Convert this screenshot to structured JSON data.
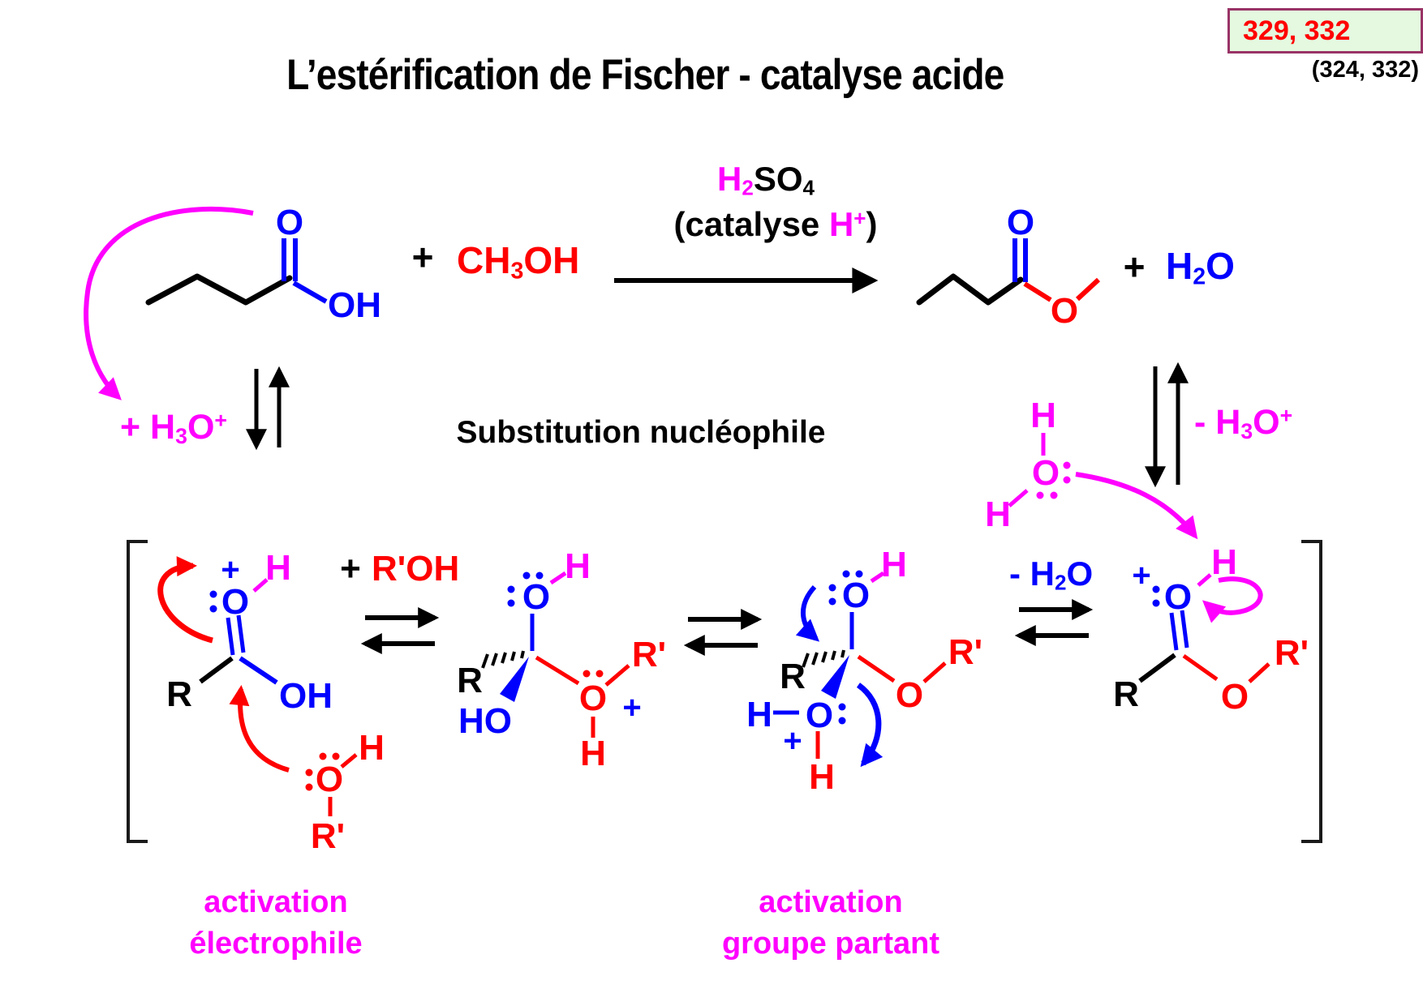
{
  "colors": {
    "blue": "#0000FF",
    "red": "#FF0000",
    "magenta": "#FF00FF",
    "black": "#000000",
    "ref_box_bg": "#E4F9DF",
    "ref_box_border": "#993366"
  },
  "header": {
    "ref_box": "329, 332",
    "ref_note": "(324, 332)",
    "title": "L’estérification de Fischer - catalyse acide"
  },
  "equation": {
    "acid": {
      "o": "O",
      "oh": "OH"
    },
    "plus_left": "+",
    "methanol": {
      "pre": "CH",
      "sub": "3",
      "post": "OH"
    },
    "arrow_top": {
      "h": "H",
      "h_sub": "2",
      "rest": "SO",
      "rest_sub": "4"
    },
    "arrow_bottom": {
      "open": "(catalyse ",
      "h": "H",
      "sup": "+",
      "close": ")"
    },
    "ester": {
      "o_carbonyl": "O",
      "o_ester": "O"
    },
    "plus_right": "+",
    "water": {
      "pre": "H",
      "sub": "2",
      "post": "O"
    }
  },
  "side": {
    "plus_h3o": {
      "pre": "+ H",
      "sub": "3",
      "mid": "O",
      "sup": "+"
    },
    "minus_h3o": {
      "pre": "- H",
      "sub": "3",
      "mid": "O",
      "sup": "+"
    },
    "minus_h2o": {
      "pre": "- H",
      "sub": "2",
      "mid": "O"
    },
    "substitution": "Substitution nucléophile"
  },
  "water_mol": {
    "h_top": "H",
    "o": "O",
    "h_left": "H"
  },
  "mechanism": {
    "plus_roh": {
      "plus": "+",
      "roh": "R'OH"
    },
    "s1": {
      "plus": "+",
      "h": "H",
      "o": "O",
      "r": "R",
      "oh": "OH"
    },
    "nuc": {
      "o": "O",
      "h": "H",
      "rprime": "R'"
    },
    "s2": {
      "h": "H",
      "o_top": "O",
      "r": "R",
      "ho": "HO",
      "o_plus": "O",
      "plus": "+",
      "rprime": "R'",
      "h_bot": "H"
    },
    "s3": {
      "h_top": "H",
      "o_top": "O",
      "r": "R",
      "h_left": "H",
      "o_mid": "O",
      "plus": "+",
      "h_bot": "H",
      "o_est": "O",
      "rprime": "R'"
    },
    "s4": {
      "plus": "+",
      "o": "O",
      "h": "H",
      "r": "R",
      "o_est": "O",
      "rprime": "R'"
    },
    "caption_left1": "activation",
    "caption_left2": "électrophile",
    "caption_right1": "activation",
    "caption_right2": "groupe partant"
  }
}
